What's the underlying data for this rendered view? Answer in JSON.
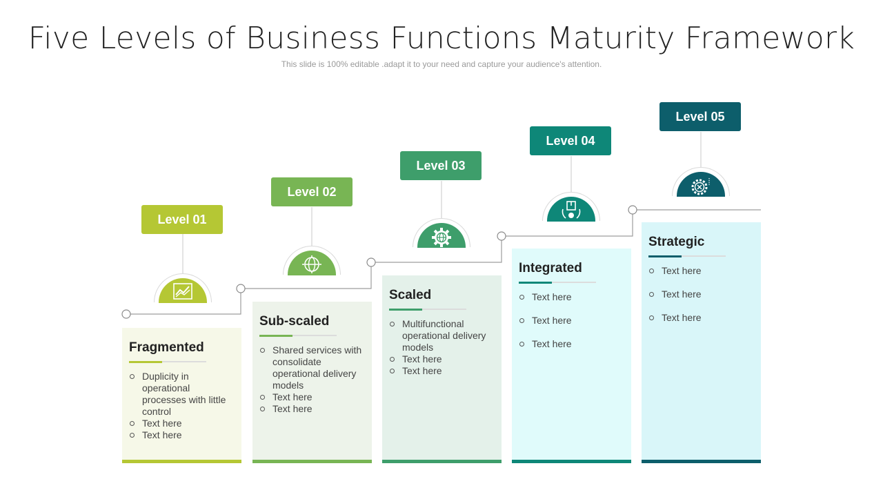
{
  "title": "Five Levels of Business Functions Maturity Framework",
  "subtitle": "This slide is 100% editable .adapt it to your need and capture your audience's attention.",
  "levels": [
    {
      "tag": "Level 01",
      "color": "#b5c734",
      "card_bg": "#f6f8e8",
      "icon": "chart-icon",
      "name": "Fragmented",
      "items": [
        "Duplicity in operational processes with little control",
        "Text here",
        "Text here"
      ]
    },
    {
      "tag": "Level 02",
      "color": "#78b554",
      "card_bg": "#edf3ea",
      "icon": "globe-target-icon",
      "name": "Sub-scaled",
      "items": [
        "Shared services with consolidate operational delivery models",
        "Text here",
        "Text here"
      ]
    },
    {
      "tag": "Level 03",
      "color": "#3e9e6b",
      "card_bg": "#e4f1ea",
      "icon": "globe-gear-icon",
      "name": "Scaled",
      "items": [
        "Multifunctional operational delivery models",
        "Text here",
        "Text here"
      ]
    },
    {
      "tag": "Level 04",
      "color": "#0e8778",
      "card_bg": "#e0fbfb",
      "icon": "box-cycle-icon",
      "name": "Integrated",
      "items": [
        "Text here",
        "Text here",
        "Text here"
      ]
    },
    {
      "tag": "Level 05",
      "color": "#0d5e6b",
      "card_bg": "#d9f6f9",
      "icon": "strategy-gear-icon",
      "name": "Strategic",
      "items": [
        "Text here",
        "Text here",
        "Text here"
      ]
    }
  ]
}
